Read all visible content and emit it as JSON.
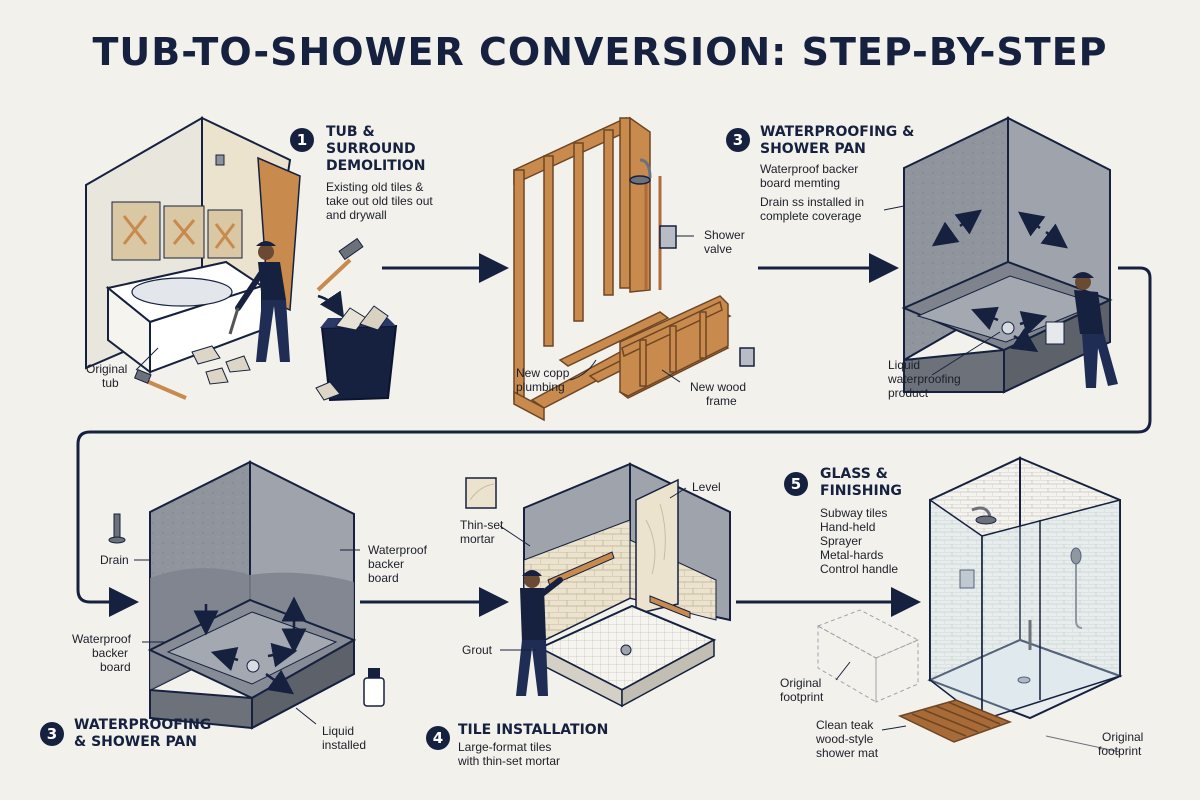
{
  "title": "TUB-TO-SHOWER CONVERSION: STEP-BY-STEP",
  "colors": {
    "navy": "#15213f",
    "wood": "#c98a4e",
    "backer": "#8d929b",
    "tile": "#ece3cf",
    "bg": "#f3f1ec"
  },
  "steps": {
    "step1": {
      "number": "1",
      "heading_l1": "TUB &",
      "heading_l2": "SURROUND",
      "heading_l3": "DEMOLITION",
      "desc_l1": "Existing old tiles &",
      "desc_l2": "take out old tiles out",
      "desc_l3": "and drywall",
      "label_tub_l1": "Original",
      "label_tub_l2": "tub"
    },
    "step2": {
      "label_valve_l1": "Shower",
      "label_valve_l2": "valve",
      "label_plumbing_l1": "New copp",
      "label_plumbing_l2": "plumbing",
      "label_frame_l1": "New wood",
      "label_frame_l2": "frame"
    },
    "step3a": {
      "number": "3",
      "heading_l1": "WATERPROOFING &",
      "heading_l2": "SHOWER PAN",
      "desc_l1": "Waterproof backer",
      "desc_l2": "board memting",
      "desc_l3": "Drain ss installed in",
      "desc_l4": "complete coverage",
      "label_liquid_l1": "Liquid",
      "label_liquid_l2": "waterproofing",
      "label_liquid_l3": "product"
    },
    "step3b": {
      "number": "3",
      "heading_l1": "WATERPROOFING",
      "heading_l2": "& SHOWER PAN",
      "label_drain": "Drain",
      "label_backer_right_l1": "Waterproof",
      "label_backer_right_l2": "backer",
      "label_backer_right_l3": "board",
      "label_backer_left_l1": "Waterproof",
      "label_backer_left_l2": "backer",
      "label_backer_left_l3": "board",
      "label_liquid_l1": "Liquid",
      "label_liquid_l2": "installed"
    },
    "step4": {
      "number": "4",
      "heading": "TILE INSTALLATION",
      "desc_l1": "Large-format tiles",
      "desc_l2": "with thin-set mortar",
      "label_thinset_l1": "Thin-set",
      "label_thinset_l2": "mortar",
      "label_level": "Level",
      "label_grout": "Grout"
    },
    "step5": {
      "number": "5",
      "heading_l1": "GLASS &",
      "heading_l2": "FINISHING",
      "list_l1": "Subway tiles",
      "list_l2": "Hand-held",
      "list_l3": "Sprayer",
      "list_l4": "Metal-hards",
      "list_l5": "Control handle",
      "label_footprint_left_l1": "Original",
      "label_footprint_left_l2": "footprint",
      "label_mat_l1": "Clean teak",
      "label_mat_l2": "wood-style",
      "label_mat_l3": "shower mat",
      "label_footprint_right_l1": "Original",
      "label_footprint_right_l2": "footprint"
    }
  }
}
